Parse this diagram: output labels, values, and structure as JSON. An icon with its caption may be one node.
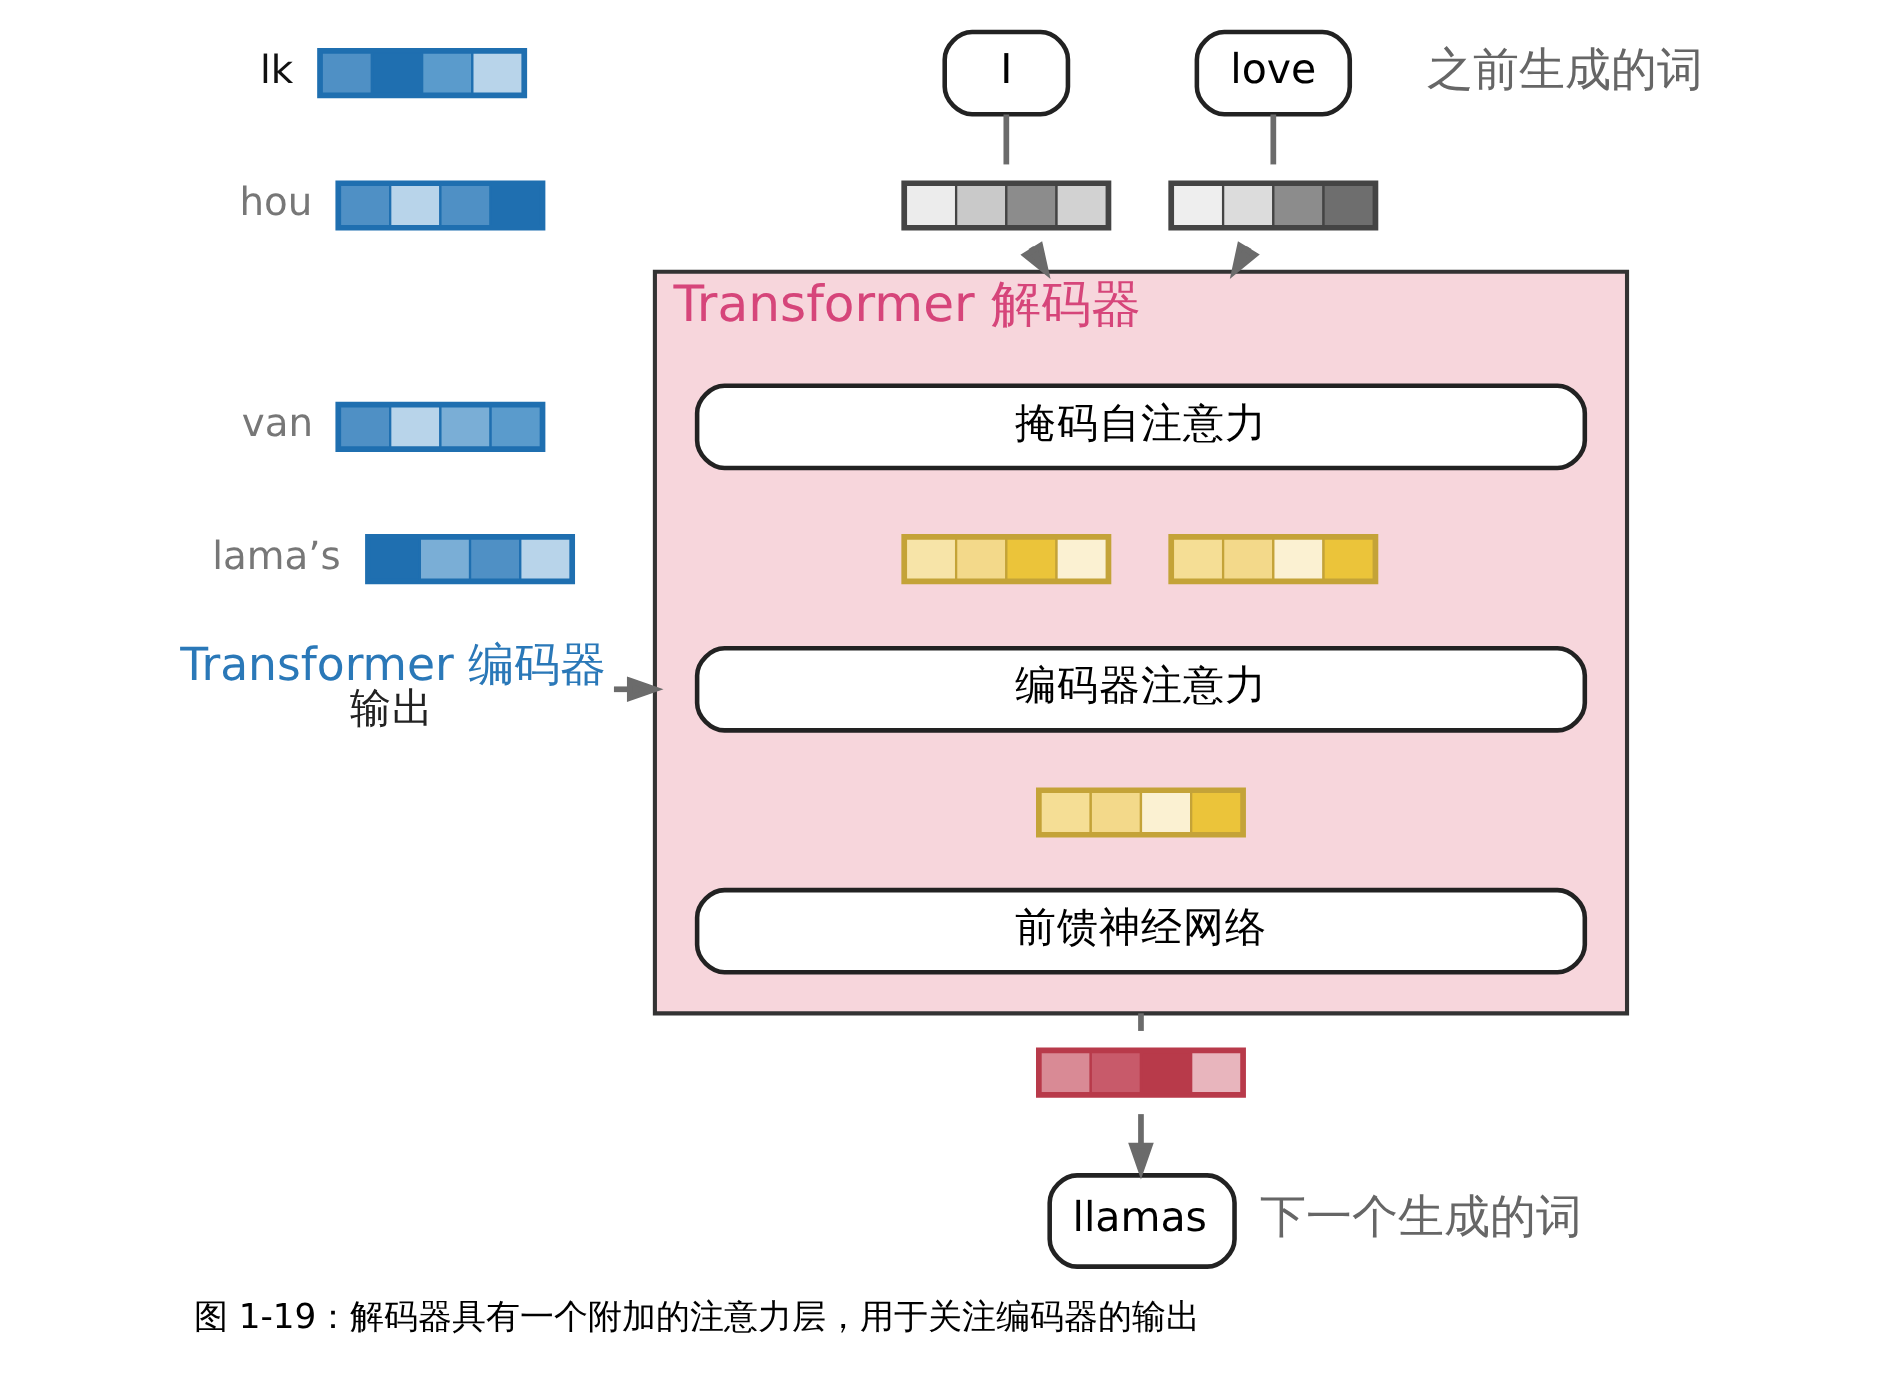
{
  "diagram": {
    "caption": "图 1-19：解码器具有一个附加的注意力层，用于关注编码器的输出",
    "nodes": [
      {
        "text": [
          "I"
        ]
      },
      {
        "text": [
          "love"
        ]
      },
      {
        "text": [],
        "shape": "bar"
      },
      {
        "text": [],
        "shape": "bar"
      },
      {
        "text": [
          "Transformer 解码器"
        ]
      },
      {
        "text": [
          "掩码自注意力"
        ],
        "in": 4
      },
      {
        "text": [],
        "shape": "bar",
        "in": 4
      },
      {
        "text": [],
        "shape": "bar",
        "in": 4
      },
      {
        "text": [
          "编码器注意力"
        ],
        "in": 4
      },
      {
        "text": [],
        "shape": "bar",
        "in": 4
      },
      {
        "text": [
          "前馈神经网络"
        ],
        "in": 4
      },
      {
        "text": [],
        "shape": "bar"
      },
      {
        "text": [
          "llamas"
        ],
        "beside": [
          "下一个生成的词"
        ]
      },
      {
        "text": [],
        "shape": "bar",
        "beside": [
          "lk"
        ]
      },
      {
        "text": [],
        "shape": "bar",
        "beside": [
          "hou"
        ]
      },
      {
        "text": [],
        "shape": "bar",
        "beside": [
          "van"
        ]
      },
      {
        "text": [],
        "shape": "bar",
        "beside": [
          "lama’s"
        ]
      },
      {
        "text": [
          "Transformer 编码器",
          "输出"
        ]
      }
    ],
    "edges": [
      {
        "from": 0,
        "to": 2,
        "arrow": "none"
      },
      {
        "from": 2,
        "to": 4,
        "arrow": "to"
      },
      {
        "from": 1,
        "to": 3,
        "arrow": "none"
      },
      {
        "from": 3,
        "to": 4,
        "arrow": "to"
      },
      {
        "from": 17,
        "to": 4,
        "arrow": "to"
      },
      {
        "from": 4,
        "to": 11,
        "arrow": "none"
      },
      {
        "from": 11,
        "to": 12,
        "arrow": "to"
      }
    ],
    "labels": [
      "之前生成的词"
    ]
  }
}
